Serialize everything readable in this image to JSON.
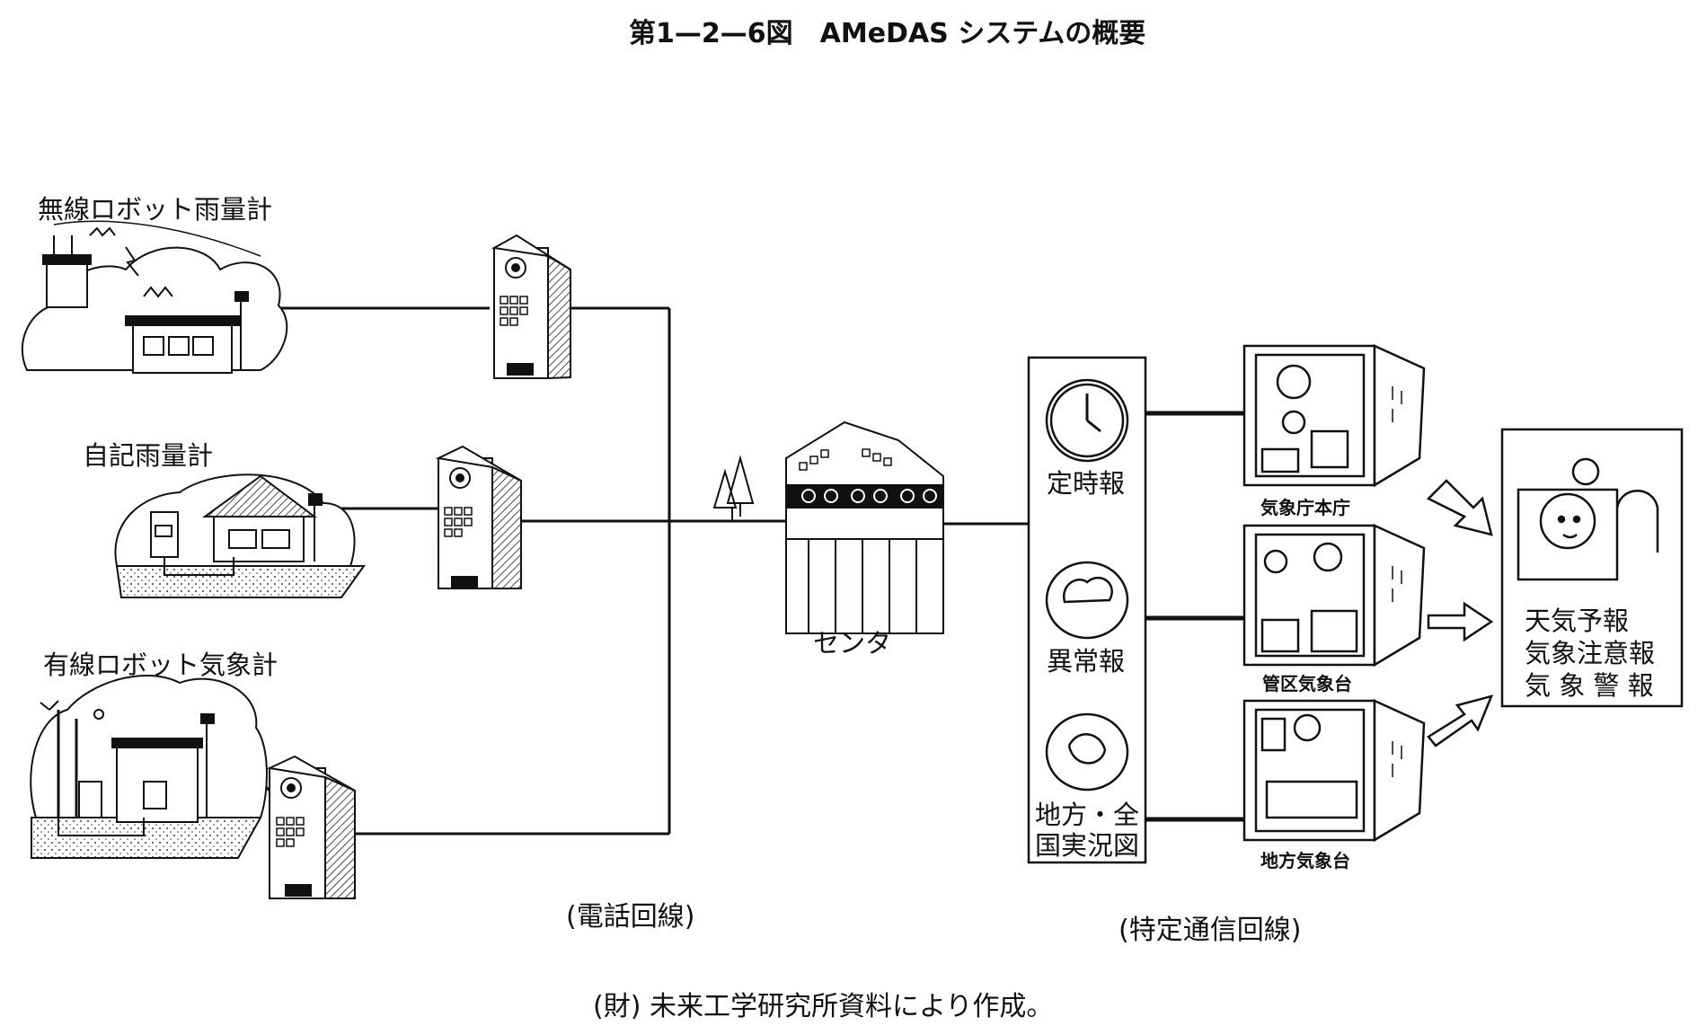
{
  "title": "第1—2—6図　AMeDAS システムの概要",
  "stations": {
    "wireless": "無線ロボット雨量計",
    "recording": "自記雨量計",
    "wired": "有線ロボット気象計"
  },
  "center": "センタ",
  "reports": {
    "scheduled": "定時報",
    "abnormal": "異常報",
    "maps_line1": "地方・全",
    "maps_line2": "国実況図"
  },
  "offices": {
    "hq": "気象庁本庁",
    "district": "管区気象台",
    "local": "地方気象台"
  },
  "outputs": {
    "line1": "天気予報",
    "line2": "気象注意報",
    "line3": "気 象 警 報"
  },
  "line_labels": {
    "phone": "(電話回線)",
    "dedicated": "(特定通信回線)"
  },
  "source": "(財) 未来工学研究所資料により作成。"
}
